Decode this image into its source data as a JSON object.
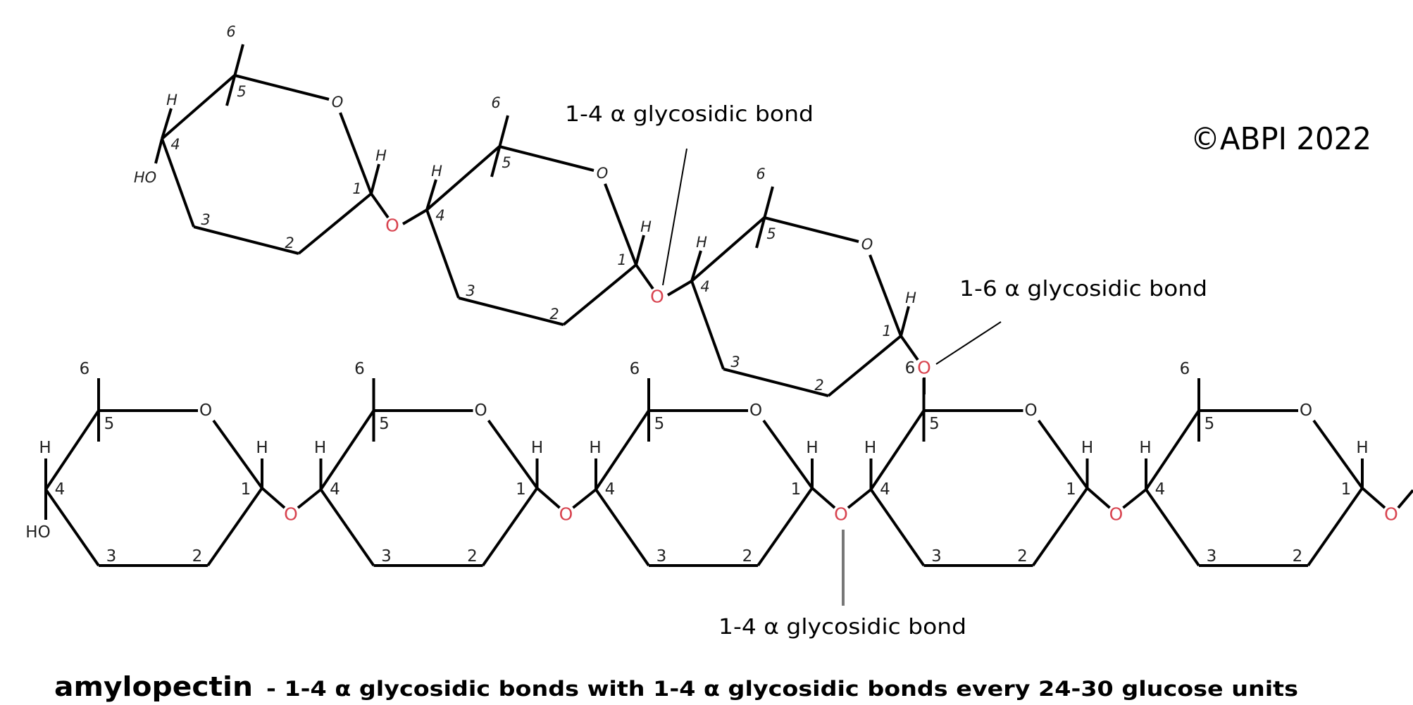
{
  "copyright": "©ABPI 2022",
  "annotations": {
    "top_bond": "1-4 α glycosidic bond",
    "branch_bond": "1-6 α glycosidic bond",
    "bottom_bond": "1-4 α glycosidic bond"
  },
  "caption": {
    "title": "amylopectin",
    "description": "- 1-4 α glycosidic bonds with 1-4 α glycosidic bonds every 24-30 glucose units"
  },
  "atoms": {
    "carbon_numbers": [
      "1",
      "2",
      "3",
      "4",
      "5",
      "6"
    ],
    "ring_oxygen": "O",
    "bridge_oxygen": "O",
    "hydrogen": "H",
    "hydroxyl": "HO",
    "branch_carbon_number": "6"
  },
  "structure": {
    "main_chain_units": 5,
    "branch_units": 3,
    "bridge_oxygen_color": "#d8434f"
  }
}
